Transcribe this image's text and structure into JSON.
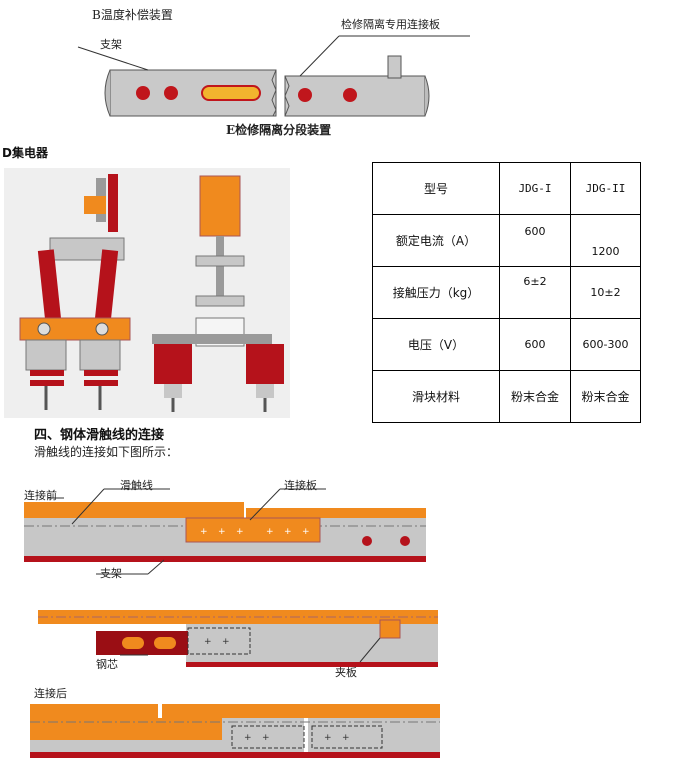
{
  "section_b": {
    "title": "B温度补偿装置"
  },
  "section_e": {
    "bracket_label": "支架",
    "plate_label": "检修隔离专用连接板",
    "caption": "E检修隔离分段装置"
  },
  "section_d": {
    "title": "D集电器"
  },
  "spec_table": {
    "headers": [
      "型号",
      "JDG-I",
      "JDG-II"
    ],
    "rows": [
      {
        "label": "额定电流（A）",
        "v1": "600",
        "v2": "1200"
      },
      {
        "label": "接触压力（kg）",
        "v1": "6±2",
        "v2": "10±2"
      },
      {
        "label": "电压（V）",
        "v1": "600",
        "v2": "600-300"
      },
      {
        "label": "滑块材料",
        "v1": "粉末合金",
        "v2": "粉末合金"
      }
    ]
  },
  "section_4": {
    "heading": "四、钢体滑触线的连接",
    "intro": "滑触线的连接如下图所示："
  },
  "diagram_connect": {
    "before_label": "连接前",
    "rail_label": "滑触线",
    "plate_label": "连接板",
    "bracket_label": "支架",
    "core_label": "钢芯",
    "clamp_label": "夹板",
    "after_label": "连接后",
    "plus": "+"
  },
  "colors": {
    "orange": "#f08a1e",
    "gray": "#c7c7c7",
    "red": "#b5121b",
    "dark_red": "#9a0e14"
  }
}
